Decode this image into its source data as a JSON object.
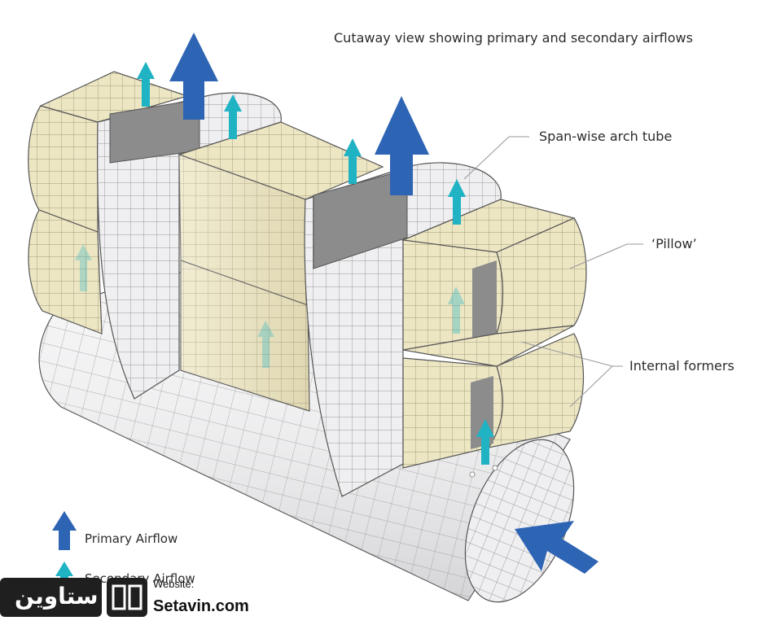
{
  "title": "Cutaway view showing primary and secondary airflows",
  "callouts": {
    "arch_tube": "Span-wise arch tube",
    "pillow": "‘Pillow’",
    "formers": "Internal formers"
  },
  "legend": {
    "primary": "Primary Airflow",
    "secondary": "Secondary Airflow"
  },
  "watermark": {
    "brand_arabic": "ستاوین",
    "website_label": "Website:",
    "website_url": "Setavin.com"
  },
  "colors": {
    "primary_arrow": "#2e64b4",
    "secondary_arrow": "#1fb3c4",
    "pillow_fill": "#ede6c3",
    "tube_fill": "#eeeeef",
    "grid_line": "#6f6f6f",
    "leader_line": "#9a9a9a"
  }
}
